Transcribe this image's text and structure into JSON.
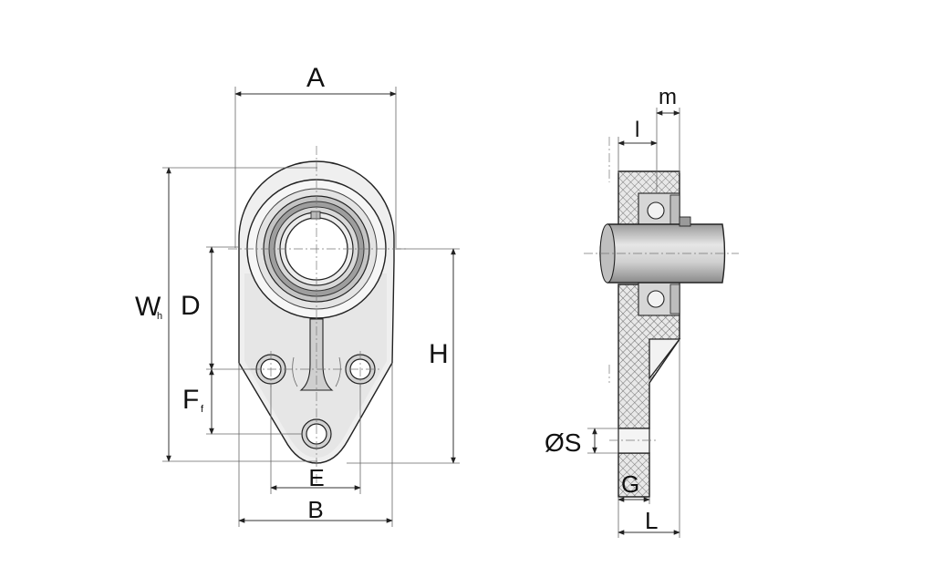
{
  "labels": {
    "A": "A",
    "W": "W",
    "W_sub": "h",
    "D": "D",
    "F": "F",
    "F_sub": "f",
    "E": "E",
    "B": "B",
    "H": "H",
    "l": "l",
    "m": "m",
    "S": "ØS",
    "G": "G",
    "L": "L"
  },
  "colors": {
    "line": "#222222",
    "fill_light": "#efefef",
    "fill_mid": "#d0d0d0",
    "fill_dark": "#a8a8a8",
    "hatch": "#666666"
  }
}
